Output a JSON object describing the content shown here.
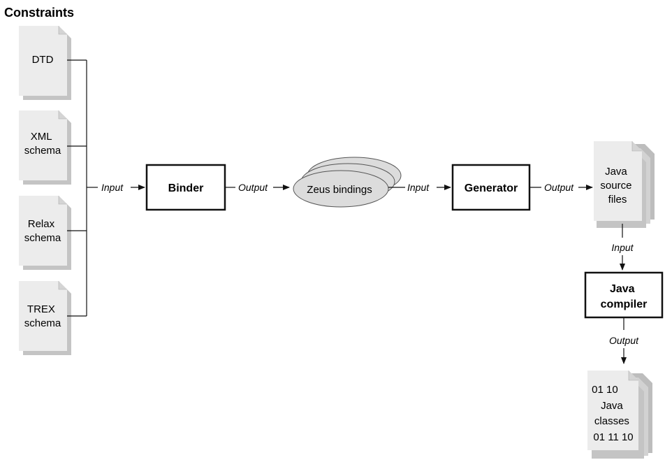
{
  "title": "Constraints",
  "inputs": [
    {
      "lines": [
        "DTD"
      ]
    },
    {
      "lines": [
        "XML",
        "schema"
      ]
    },
    {
      "lines": [
        "Relax",
        "schema"
      ]
    },
    {
      "lines": [
        "TREX",
        "schema"
      ]
    }
  ],
  "binder": {
    "label": "Binder"
  },
  "bindings": {
    "label": "Zeus bindings"
  },
  "generator": {
    "label": "Generator"
  },
  "source": {
    "lines": [
      "Java",
      "source",
      "files"
    ]
  },
  "compiler": {
    "lines": [
      "Java",
      "compiler"
    ]
  },
  "classes": {
    "lines": [
      "01 10",
      "Java",
      "classes",
      "01 11 10"
    ]
  },
  "flow": {
    "input": "Input",
    "output": "Output"
  },
  "colors": {
    "doc_fill": "#ececec",
    "doc_shadow": "#c4c4c4",
    "ellipse_fill": "#dcdcdc",
    "stroke": "#111111"
  }
}
